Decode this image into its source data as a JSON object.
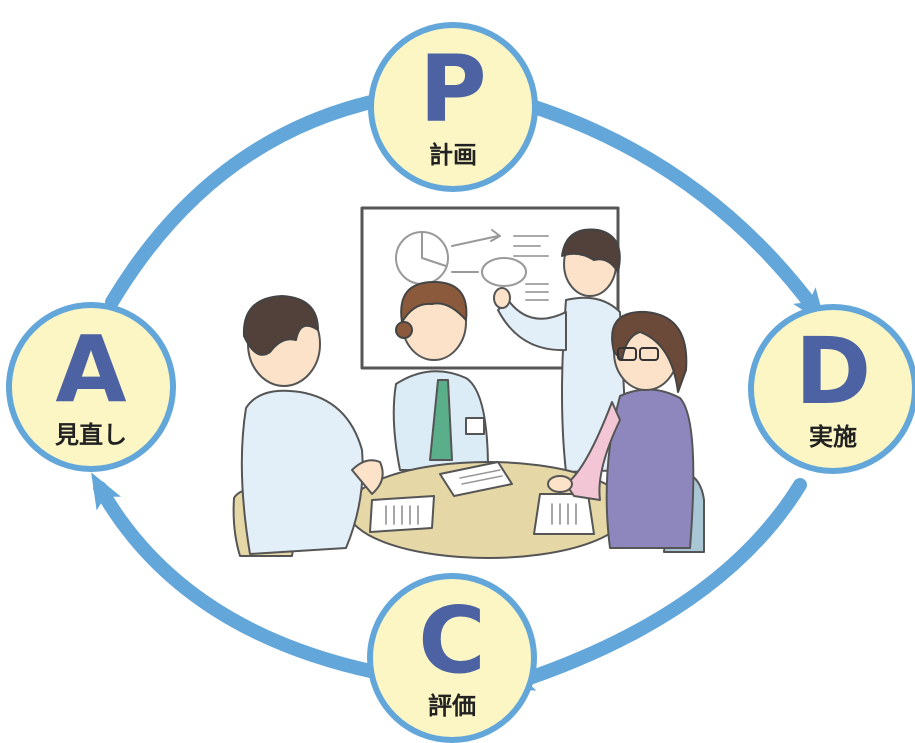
{
  "cycle": {
    "plan": {
      "letter": "P",
      "label": "計画"
    },
    "do": {
      "letter": "D",
      "label": "実施"
    },
    "check": {
      "letter": "C",
      "label": "評価"
    },
    "act": {
      "letter": "A",
      "label": "見直し"
    }
  },
  "colors": {
    "arrow": "#63a6da",
    "circle_fill": "#fbf6c4",
    "letter": "#4c62a3",
    "label": "#222222"
  },
  "illustration": {
    "scene": "meeting-illustration",
    "people": 4
  }
}
